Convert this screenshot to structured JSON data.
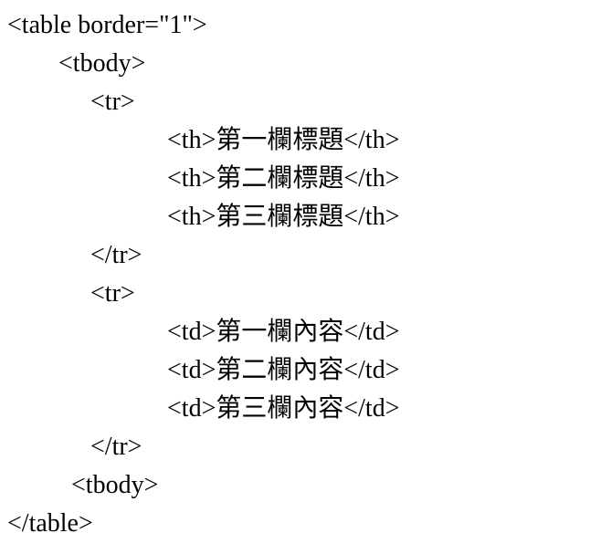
{
  "colors": {
    "background": "#ffffff",
    "text": "#000000"
  },
  "code": {
    "language": "html",
    "lines": [
      {
        "text": "<table border=\"1\">"
      },
      {
        "text": "        <tbody>"
      },
      {
        "text": "             <tr>"
      },
      {
        "text": "                         <th>第一欄標題</th>"
      },
      {
        "text": "                         <th>第二欄標題</th>"
      },
      {
        "text": "                         <th>第三欄標題</th>"
      },
      {
        "text": "             </tr>"
      },
      {
        "text": "             <tr>"
      },
      {
        "text": "                         <td>第一欄內容</td>"
      },
      {
        "text": "                         <td>第二欄內容</td>"
      },
      {
        "text": "                         <td>第三欄內容</td>"
      },
      {
        "text": "             </tr>"
      },
      {
        "text": "          <tbody>"
      },
      {
        "text": "</table>"
      }
    ]
  }
}
